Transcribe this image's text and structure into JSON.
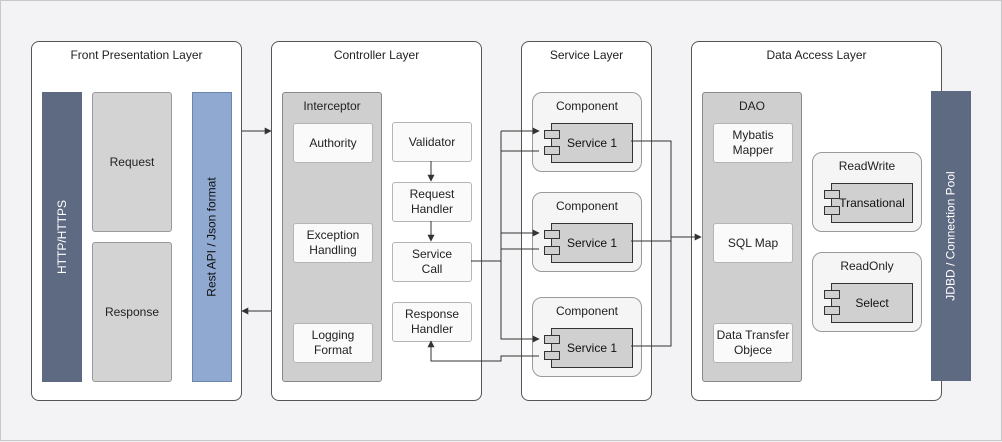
{
  "layers": {
    "front": {
      "title": "Front Presentation Layer",
      "http_bar": "HTTP/HTTPS",
      "request": "Request",
      "response": "Response",
      "rest_bar": "Rest API / Json format"
    },
    "controller": {
      "title": "Controller Layer",
      "interceptor": {
        "title": "Interceptor",
        "authority": "Authority",
        "exception": "Exception\nHandling",
        "logging": "Logging\nFormat"
      },
      "validator": "Validator",
      "request_handler": "Request\nHandler",
      "service_call": "Service\nCall",
      "response_handler": "Response\nHandler"
    },
    "service": {
      "title": "Service Layer",
      "components": [
        {
          "title": "Component",
          "service": "Service 1"
        },
        {
          "title": "Component",
          "service": "Service 1"
        },
        {
          "title": "Component",
          "service": "Service 1"
        }
      ]
    },
    "data_access": {
      "title": "Data Access Layer",
      "dao": {
        "title": "DAO",
        "mybatis": "Mybatis\nMapper",
        "sql_map": "SQL Map",
        "dto": "Data Transfer\nObjece"
      },
      "read_write": {
        "title": "ReadWrite",
        "item": "Transational"
      },
      "read_only": {
        "title": "ReadOnly",
        "item": "Select"
      },
      "pool_bar": "JDBD / Connection Pool"
    }
  },
  "colors": {
    "dark_bar": "#5e6a82",
    "light_bar": "#8fa9d1",
    "line": "#333333"
  }
}
